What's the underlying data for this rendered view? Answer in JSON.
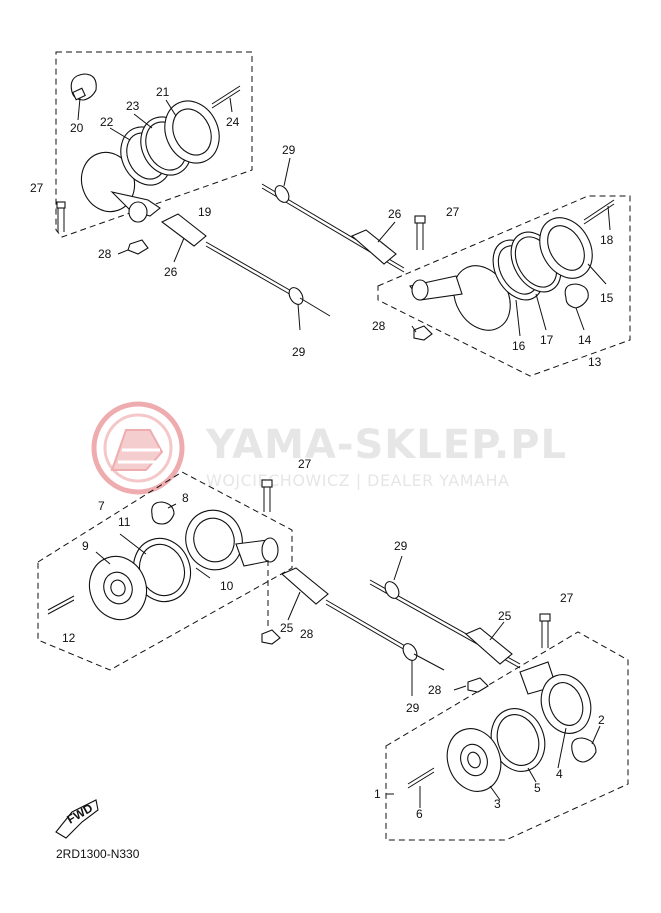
{
  "watermark": {
    "title": "YAMA-SKLEP.PL",
    "subtitle": "WOJCIECHOWICZ | DEALER YAMAHA",
    "logo_color": "#e8898c",
    "text_color": "#e6e6e6"
  },
  "diagram_code": "2RD1300-N330",
  "fwd_label": "FWD",
  "labels": {
    "p1": "1",
    "p2": "2",
    "p3": "3",
    "p4": "4",
    "p5": "5",
    "p6": "6",
    "p7": "7",
    "p8": "8",
    "p9": "9",
    "p10": "10",
    "p11": "11",
    "p12": "12",
    "p13": "13",
    "p14": "14",
    "p15": "15",
    "p16": "16",
    "p17": "17",
    "p18": "18",
    "p19": "19",
    "p20": "20",
    "p21": "21",
    "p22": "22",
    "p23": "23",
    "p24": "24",
    "p25a": "25",
    "p25b": "25",
    "p26a": "26",
    "p26b": "26",
    "p27a": "27",
    "p27b": "27",
    "p27c": "27",
    "p27d": "27",
    "p28a": "28",
    "p28b": "28",
    "p28c": "28",
    "p28d": "28",
    "p29a": "29",
    "p29b": "29",
    "p29c": "29",
    "p29d": "29"
  }
}
